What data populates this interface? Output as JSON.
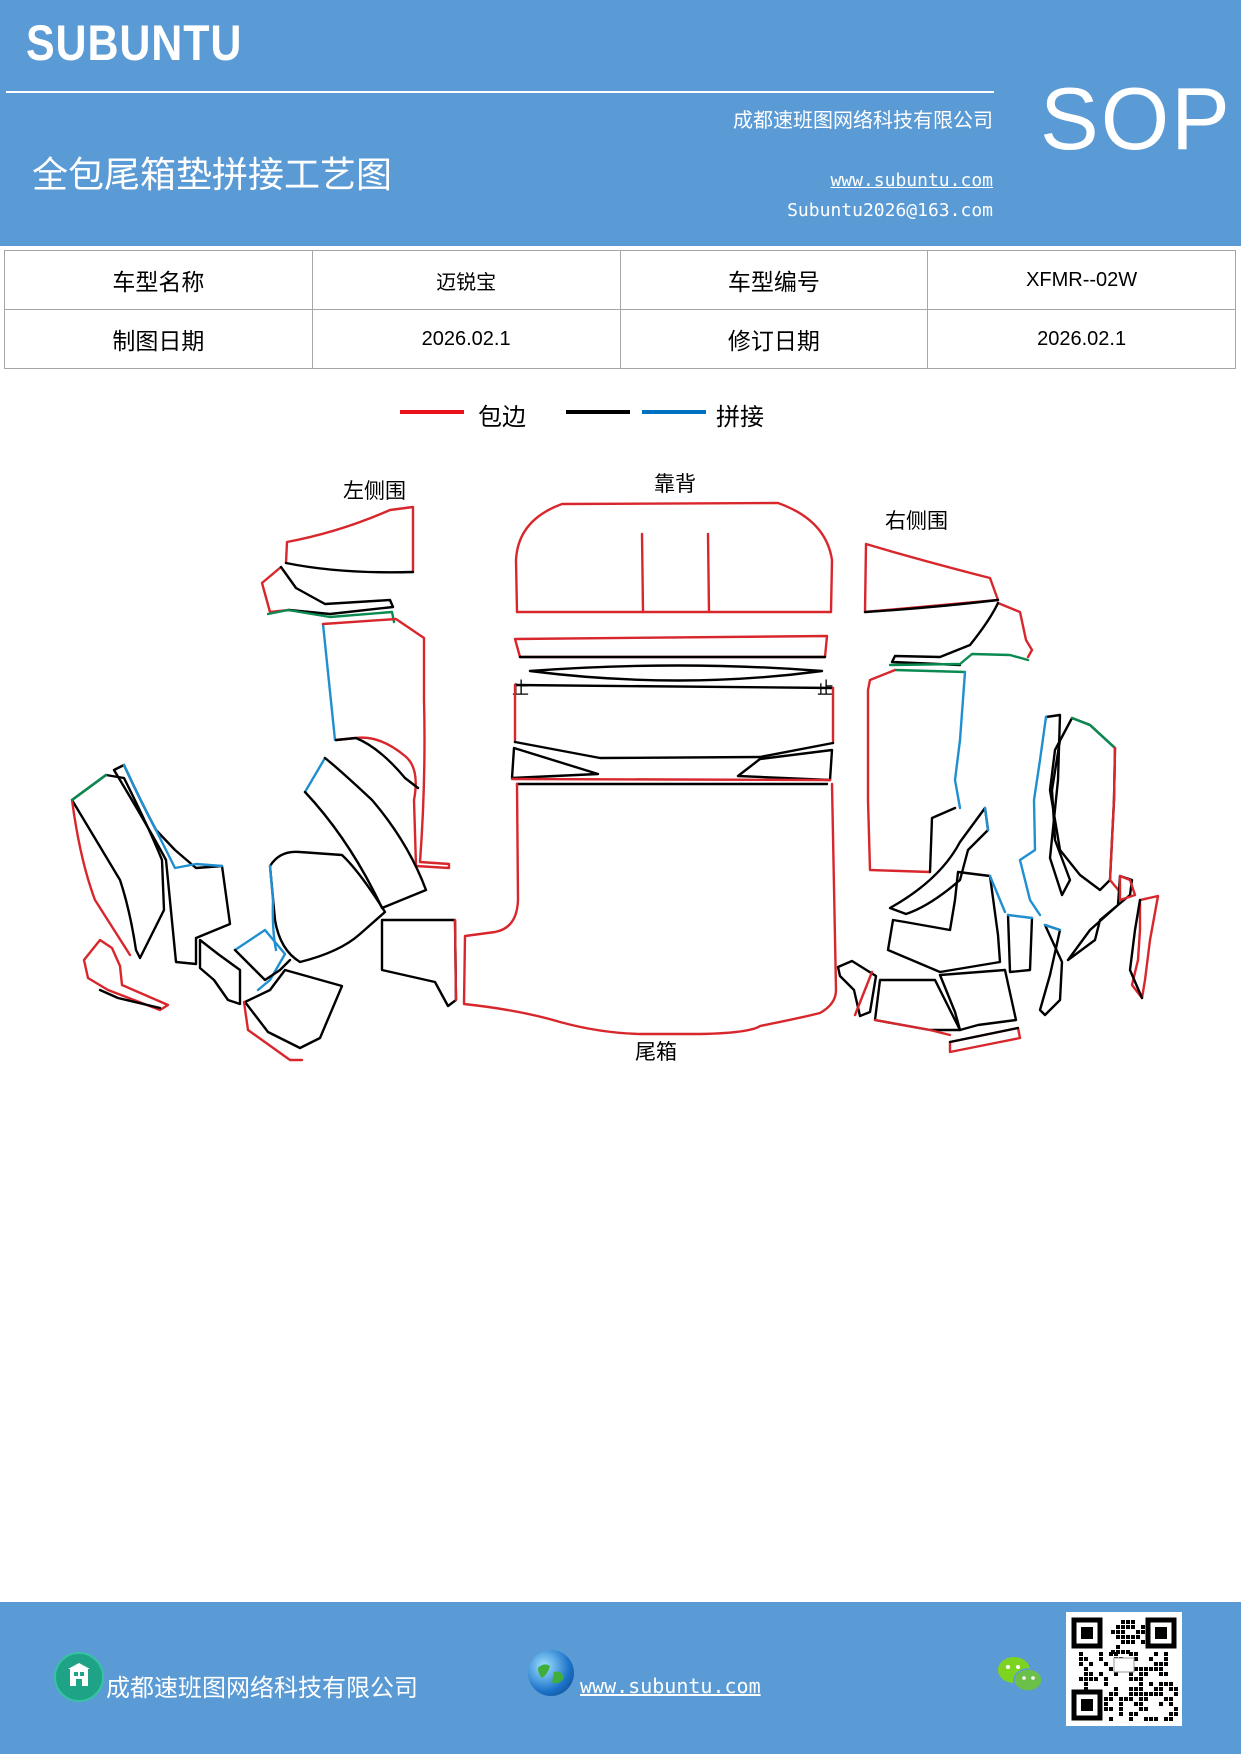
{
  "header": {
    "brand": "SUBUNTU",
    "company": "成都速班图网络科技有限公司",
    "title": "全包尾箱垫拼接工艺图",
    "url": "www.subuntu.com",
    "email": "Subuntu2026@163.com",
    "badge": "SOP"
  },
  "info": {
    "model_name_label": "车型名称",
    "model_name_value": "迈锐宝",
    "model_code_label": "车型编号",
    "model_code_value": "XFMR--02W",
    "draw_date_label": "制图日期",
    "draw_date_value": "2026.02.1",
    "revise_date_label": "修订日期",
    "revise_date_value": "2026.02.1"
  },
  "legend": {
    "edge_label": "包边",
    "splice_label": "拼接",
    "colors": {
      "edge": "#e8101a",
      "black": "#000000",
      "splice": "#0070c0",
      "green": "#0a8a50"
    }
  },
  "diagram": {
    "left_side": "左侧围",
    "backrest": "靠背",
    "right_side": "右侧围",
    "trunk": "尾箱",
    "stop_mark_left": "止",
    "stop_mark_right": "止"
  },
  "footer": {
    "company": "成都速班图网络科技有限公司",
    "url": "www.subuntu.com",
    "icons": [
      "building-icon",
      "globe-icon",
      "wechat-icon",
      "qr-code"
    ]
  }
}
